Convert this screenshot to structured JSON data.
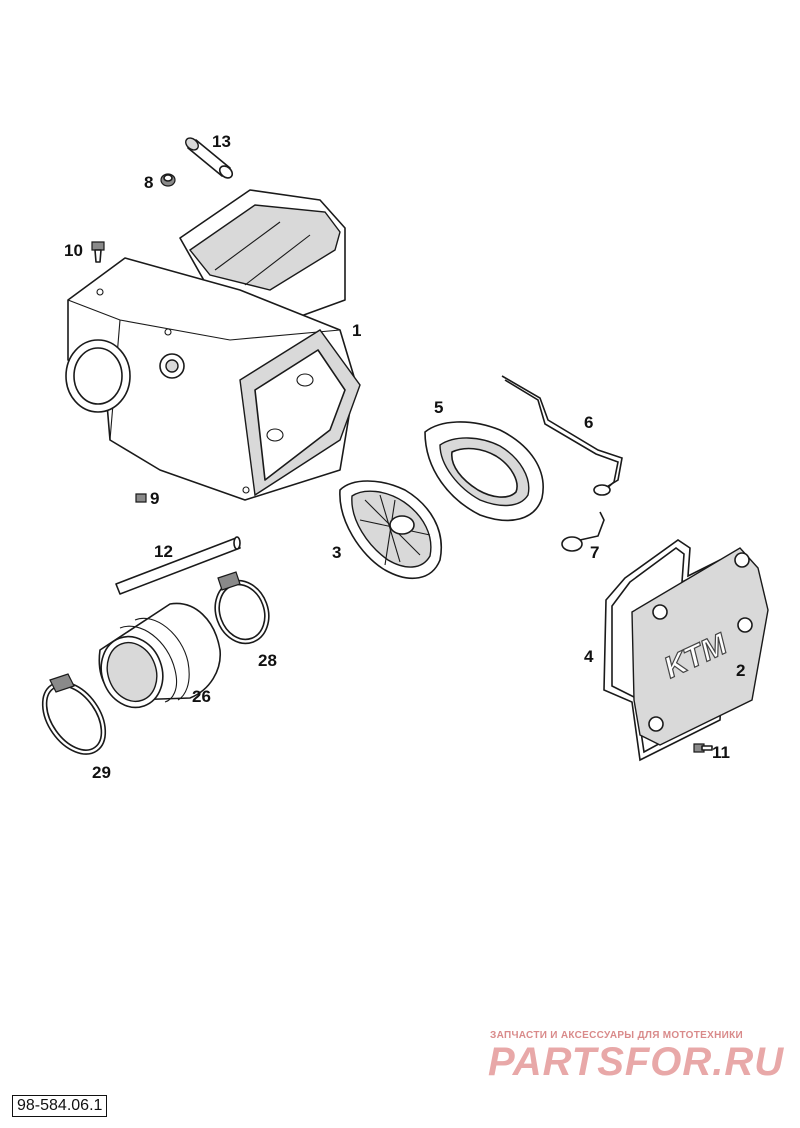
{
  "diagram": {
    "callouts": [
      "1",
      "2",
      "3",
      "4",
      "5",
      "6",
      "7",
      "8",
      "9",
      "10",
      "11",
      "12",
      "13",
      "26",
      "28",
      "29"
    ],
    "brand_mark": "KTM"
  },
  "watermark": {
    "caption": "ЗАПЧАСТИ И АКСЕССУАРЫ ДЛЯ МОТОТЕХНИКИ",
    "logo": "PARTSFOR.RU"
  },
  "drawing_number": "98-584.06.1"
}
